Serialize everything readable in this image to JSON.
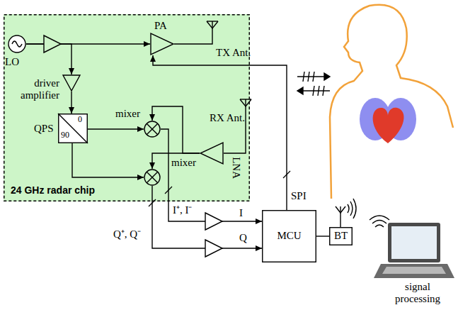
{
  "diagram": {
    "nodes": [
      {
        "text": [
          "24 GHz radar chip"
        ]
      },
      {
        "text": [
          "LO"
        ],
        "in": 0
      },
      {
        "text": [
          "PA"
        ],
        "in": 0
      },
      {
        "text": [
          "driver amplifier"
        ],
        "in": 0
      },
      {
        "text": [
          "QPS",
          "0",
          "90"
        ],
        "in": 0
      },
      {
        "text": [
          "mixer"
        ],
        "in": 0
      },
      {
        "text": [
          "mixer"
        ],
        "in": 0
      },
      {
        "text": [
          "LNA"
        ],
        "in": 0
      },
      {
        "text": [
          "MCU"
        ]
      },
      {
        "text": [
          "BT"
        ]
      }
    ],
    "edges": [
      {
        "from": 1,
        "to": 2,
        "arrow": "to"
      },
      {
        "from": 1,
        "to": 3,
        "arrow": "to"
      },
      {
        "from": 3,
        "to": 4,
        "arrow": "to"
      },
      {
        "from": 4,
        "to": 5,
        "arrow": "to"
      },
      {
        "from": 4,
        "to": 6,
        "arrow": "to"
      },
      {
        "from": 7,
        "to": 5,
        "arrow": "to"
      },
      {
        "from": 7,
        "to": 6,
        "arrow": "to"
      },
      {
        "from": 5,
        "to": 8,
        "arrow": "to"
      },
      {
        "from": 6,
        "to": 8,
        "arrow": "to"
      },
      {
        "from": 8,
        "to": 2,
        "label": "SPI",
        "arrow": "to"
      },
      {
        "from": 8,
        "to": 9,
        "arrow": "none"
      }
    ],
    "labels": [
      "TX Ant.",
      "RX Ant.",
      "I⁺, I⁻",
      "I",
      "Q⁺, Q⁻",
      "Q",
      "signal processing"
    ]
  }
}
